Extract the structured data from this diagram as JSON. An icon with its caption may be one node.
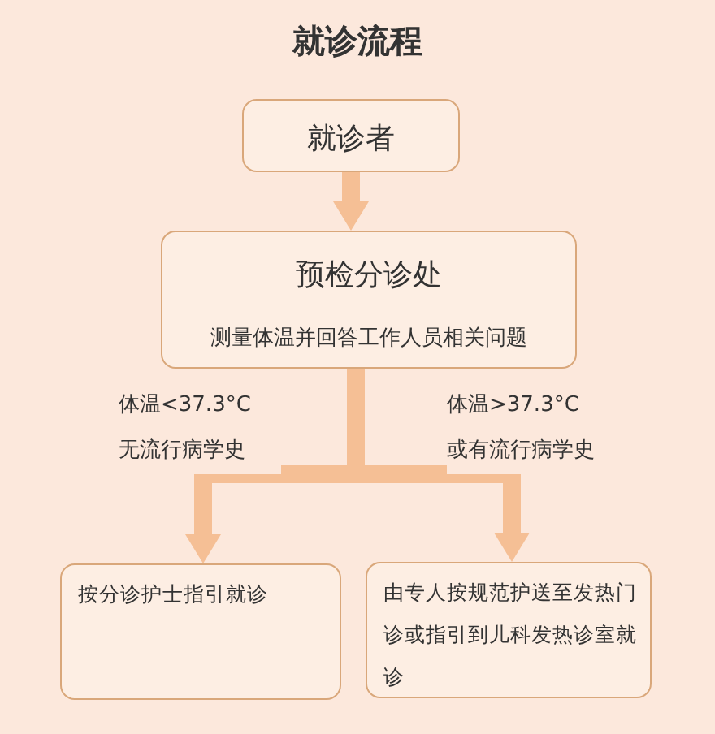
{
  "diagram": {
    "title": "就诊流程",
    "nodes": [
      {
        "text": [
          "就诊者"
        ]
      },
      {
        "text": [
          "预检分诊处",
          "测量体温并回答工作人员相关问题"
        ]
      },
      {
        "text": [
          "按分诊护士指引就诊"
        ]
      },
      {
        "text": [
          "由专人按规范护送至发热门诊或指引到儿科发热诊室就诊"
        ]
      }
    ],
    "edges": [
      {
        "from": 0,
        "to": 1,
        "arrow": "to"
      },
      {
        "from": 1,
        "to": 2,
        "arrow": "to",
        "label": "体温<37.3°C 无流行病学史"
      },
      {
        "from": 1,
        "to": 3,
        "arrow": "to",
        "label": "体温>37.3°C 或有流行病学史"
      }
    ]
  }
}
